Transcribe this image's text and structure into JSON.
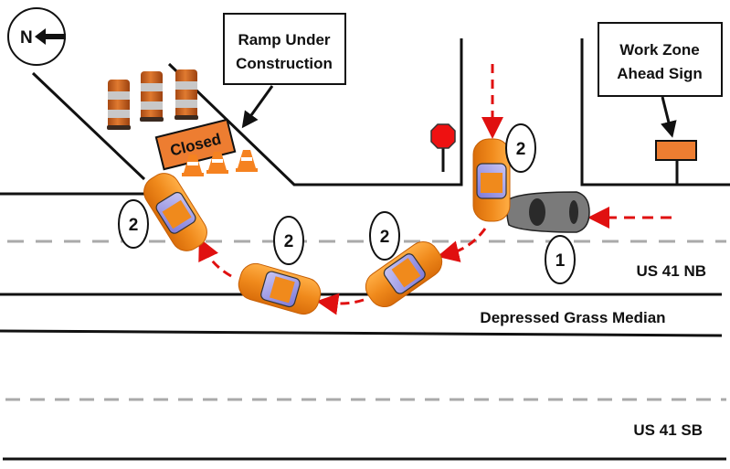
{
  "compass": {
    "letter": "N",
    "direction": "left"
  },
  "callouts": {
    "ramp": [
      "Ramp Under",
      "Construction"
    ],
    "work_zone": [
      "Work Zone",
      "Ahead Sign"
    ]
  },
  "closed_sign": "Closed",
  "road_labels": {
    "nb": "US 41 NB",
    "median": "Depressed Grass Median",
    "sb": "US 41 SB"
  },
  "vehicle_labels": [
    "1",
    "2",
    "2",
    "2",
    "2"
  ],
  "colors": {
    "vehicle2": "#f08a1c",
    "vehicle1": "#7a7a7a",
    "path_arrow": "#e01010",
    "barrel_orange": "#d2641e",
    "stop_sign": "#ee1111",
    "sign_panel": "#ed7d31",
    "lane_dash": "#aaaaaa"
  }
}
